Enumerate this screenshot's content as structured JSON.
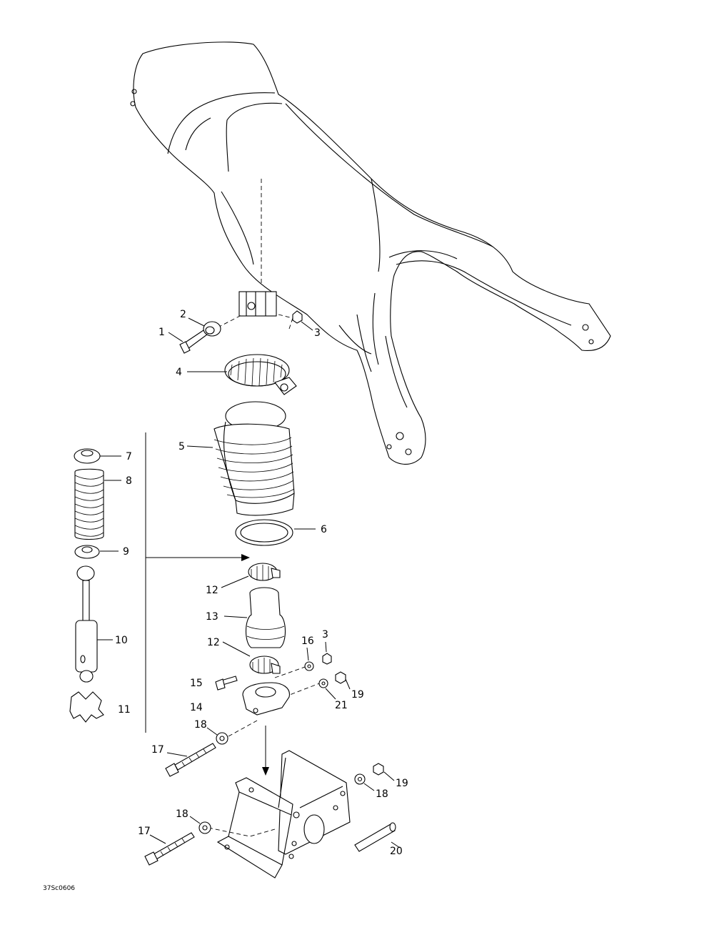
{
  "drawing_code": "37Sc0606",
  "callouts": {
    "c1": "1",
    "c2": "2",
    "c3a": "3",
    "c3b": "3",
    "c4": "4",
    "c5": "5",
    "c6": "6",
    "c7": "7",
    "c8": "8",
    "c9": "9",
    "c10": "10",
    "c11": "11",
    "c12a": "12",
    "c12b": "12",
    "c13": "13",
    "c14": "14",
    "c15": "15",
    "c16": "16",
    "c17a": "17",
    "c17b": "17",
    "c18a": "18",
    "c18b": "18",
    "c18c": "18",
    "c19a": "19",
    "c19b": "19",
    "c20": "20",
    "c21": "21"
  }
}
